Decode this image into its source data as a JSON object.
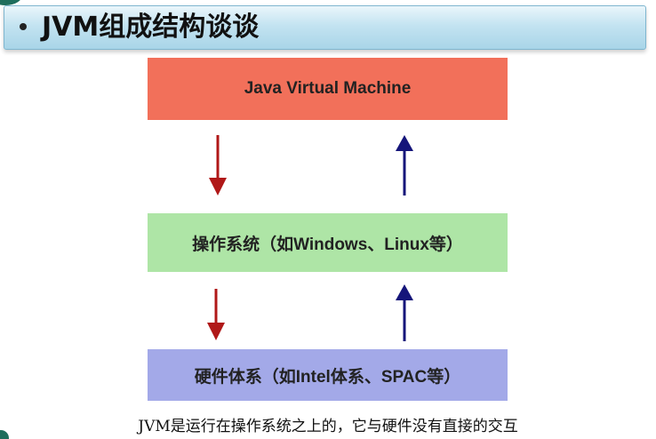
{
  "header": {
    "bullet": "•",
    "title": "JVM组成结构谈谈"
  },
  "layers": {
    "jvm": "Java Virtual Machine",
    "os": "操作系统（如Windows、Linux等）",
    "hardware": "硬件体系（如Intel体系、SPAC等）"
  },
  "arrows": {
    "down_color": "#b01818",
    "up_color": "#15157a"
  },
  "caption": "JVM是运行在操作系统之上的，它与硬件没有直接的交互",
  "colors": {
    "jvm_box": "#f2705a",
    "os_box": "#aee5a6",
    "hardware_box": "#a3a9e8",
    "header_bar": "#c3e3f1"
  }
}
